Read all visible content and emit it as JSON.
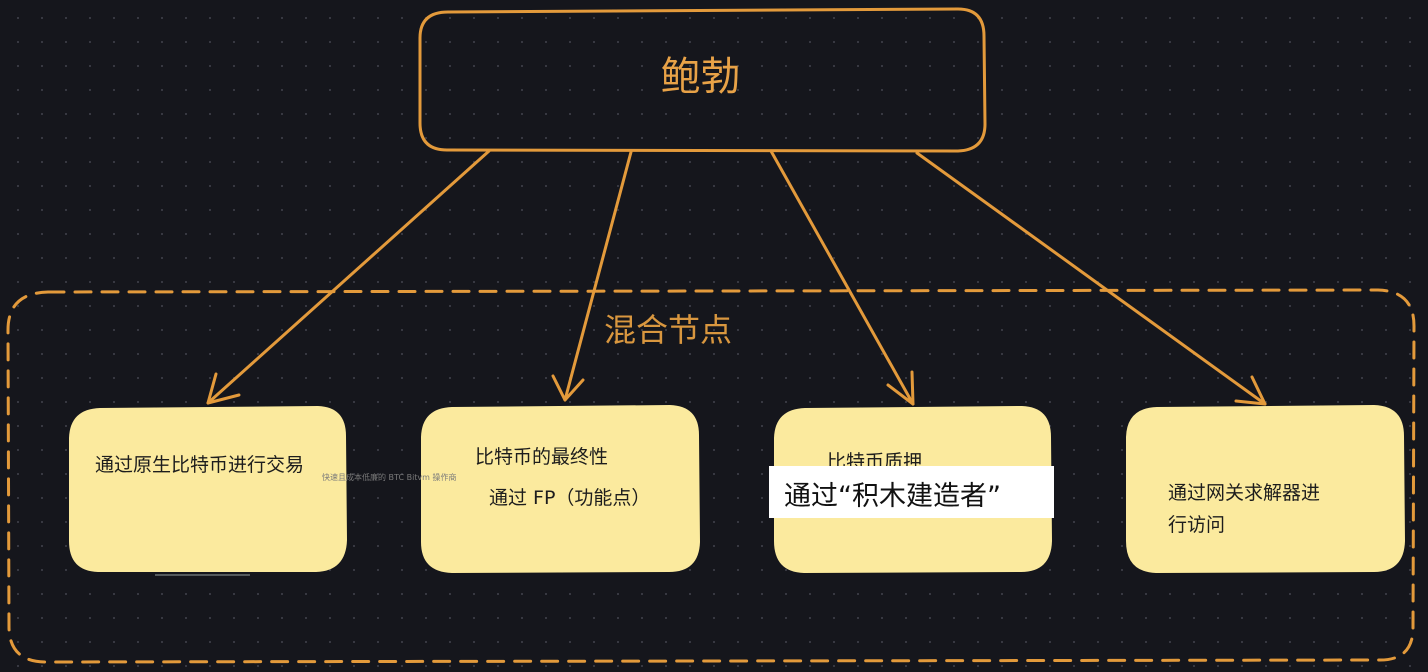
{
  "root": {
    "label": "鲍勃"
  },
  "group": {
    "label": "混合节点"
  },
  "cards": [
    {
      "lines": [
        "通过原生比特币进行交易"
      ]
    },
    {
      "lines": [
        "比特币的最终性",
        "通过 FP（功能点）"
      ]
    },
    {
      "lines": [
        "比特币质押"
      ]
    },
    {
      "lines": [
        "通过网关求解器进",
        "行访问"
      ]
    }
  ],
  "note": "快速且成本低廉的 BTC Bitvm 操作商",
  "overlay": "通过“积木建造者”",
  "colors": {
    "background": "#15161c",
    "accent": "#e39a3b",
    "card_fill": "#fbea9e",
    "card_text": "#1d1d1d"
  }
}
